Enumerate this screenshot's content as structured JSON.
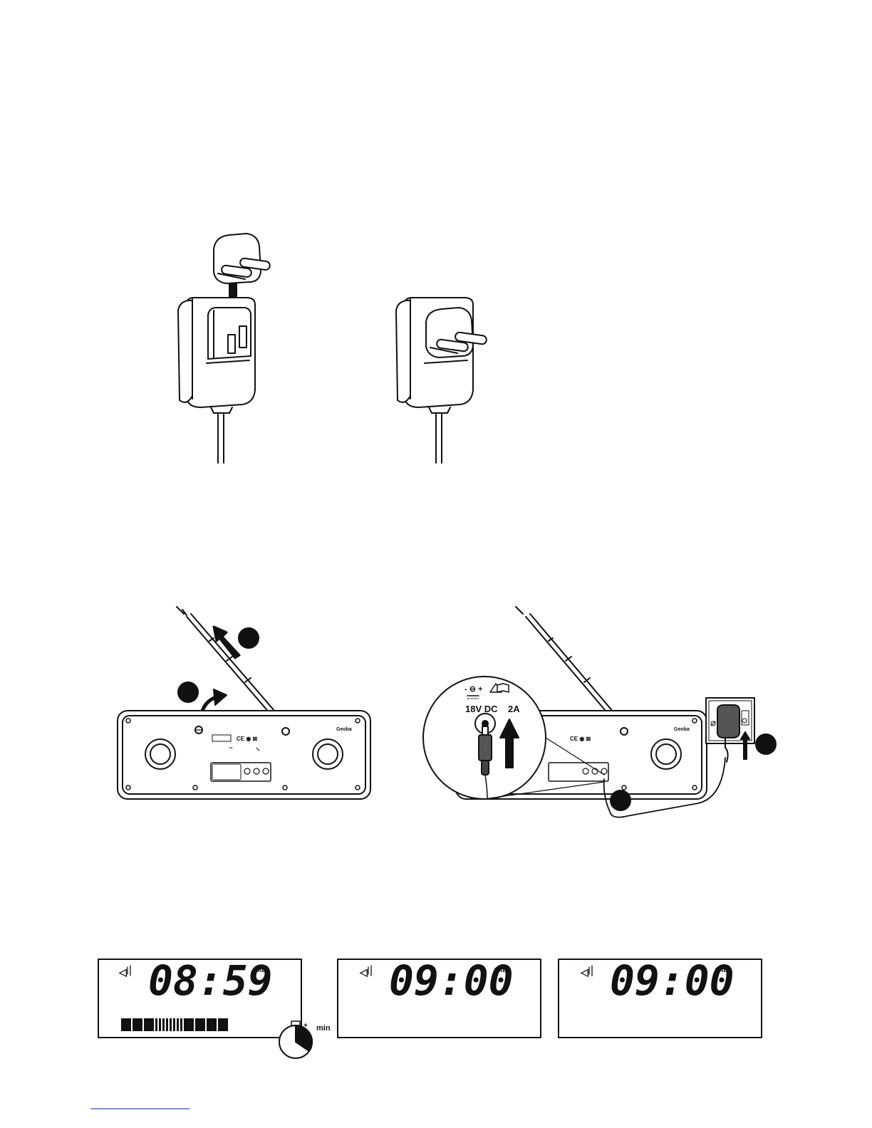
{
  "jack_label": "18V DC",
  "current_label": "2A",
  "timer_unit": "min",
  "timer_sign": "+",
  "displays": [
    {
      "time": "08:59",
      "source": "DAB",
      "progress_bar": true
    },
    {
      "time": "09:00",
      "source": "DAB",
      "progress_bar": false
    },
    {
      "time": "09:00",
      "source": "DAB",
      "progress_bar": false
    }
  ],
  "brand_text": "Geoba",
  "footer_link": "",
  "colors": {
    "line": "#111111",
    "link": "#3b4cc0"
  }
}
